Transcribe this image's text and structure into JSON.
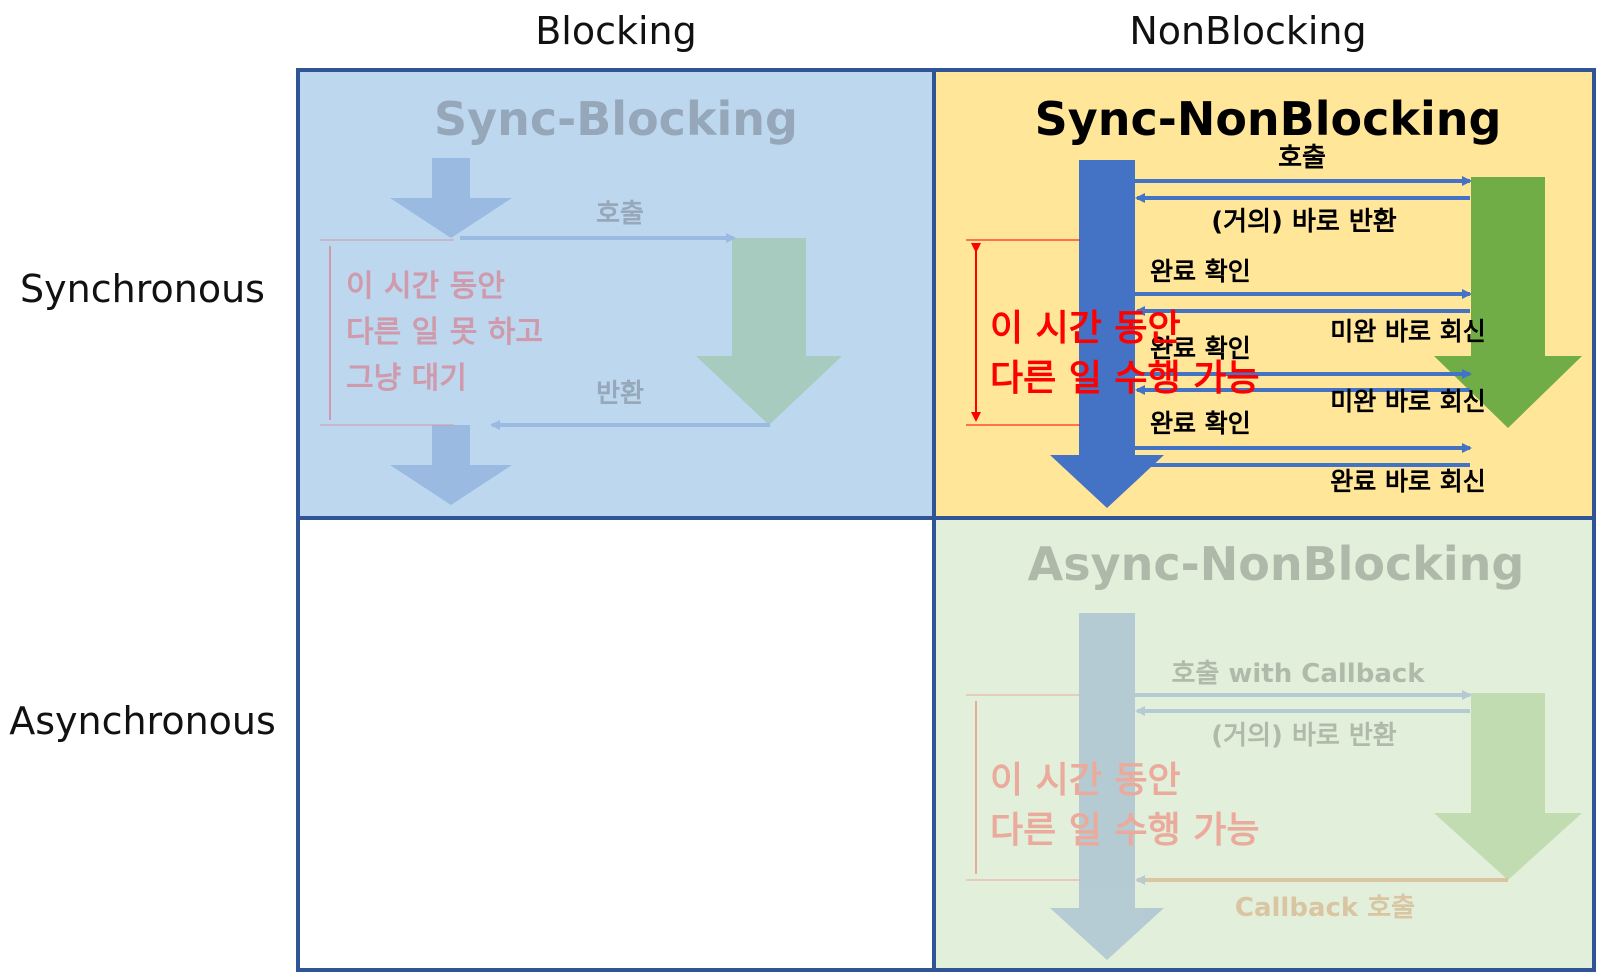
{
  "columns": {
    "blocking": "Blocking",
    "nonblocking": "NonBlocking"
  },
  "rows": {
    "synchronous": "Synchronous",
    "asynchronous": "Asynchronous"
  },
  "sync_blocking": {
    "title": "Sync-Blocking",
    "call": "호출",
    "return": "반환",
    "wait_line1": "이 시간 동안",
    "wait_line2": "다른 일 못 하고",
    "wait_line3": "그냥 대기"
  },
  "sync_nonblocking": {
    "title": "Sync-NonBlocking",
    "call": "호출",
    "immediate_return": "(거의) 바로 반환",
    "check1": "완료 확인",
    "reply1": "미완 바로 회신",
    "check2": "완료 확인",
    "reply2": "미완 바로 회신",
    "check3": "완료 확인",
    "reply3": "완료 바로 회신",
    "work_line1": "이 시간 동안",
    "work_line2": "다른 일 수행 가능"
  },
  "async_nonblocking": {
    "title": "Async-NonBlocking",
    "call": "호출 with Callback",
    "immediate_return": "(거의) 바로 반환",
    "work_line1": "이 시간 동안",
    "work_line2": "다른 일 수행 가능",
    "callback": "Callback 호출"
  },
  "colors": {
    "border": "#2f5597",
    "sync_blocking_bg": "#bdd7ee",
    "sync_nonblocking_bg": "#ffe699",
    "async_nonblocking_bg": "#e2efda",
    "caller_arrow": "#4472c4",
    "callee_arrow": "#70ad47",
    "highlight_text": "#ff0000"
  }
}
